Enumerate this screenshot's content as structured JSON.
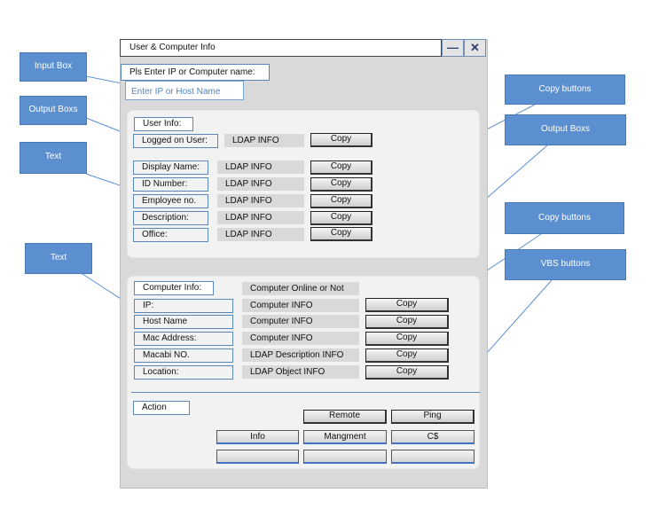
{
  "window": {
    "title": "User & Computer Info",
    "minimize_glyph": "—",
    "close_glyph": "✕"
  },
  "prompt": {
    "label": "Pls Enter IP or Computer name:",
    "placeholder": "Enter IP or Host Name"
  },
  "user_section": {
    "title": "User Info:",
    "rows": [
      {
        "label": "Logged on User:",
        "value": "LDAP INFO",
        "button": "Copy"
      },
      {
        "label": "Display Name:",
        "value": "LDAP INFO",
        "button": "Copy"
      },
      {
        "label": "ID Number:",
        "value": "LDAP INFO",
        "button": "Copy"
      },
      {
        "label": "Employee no.",
        "value": "LDAP INFO",
        "button": "Copy"
      },
      {
        "label": "Description:",
        "value": "LDAP INFO",
        "button": "Copy"
      },
      {
        "label": "Office:",
        "value": "LDAP INFO",
        "button": "Copy"
      }
    ]
  },
  "computer_section": {
    "title": "Computer  Info:",
    "status": "Computer  Online or Not",
    "rows": [
      {
        "label": "IP:",
        "value": "Computer  INFO",
        "button": "Copy"
      },
      {
        "label": "Host Name",
        "value": "Computer INFO",
        "button": "Copy"
      },
      {
        "label": "Mac Address:",
        "value": "Computer INFO",
        "button": "Copy"
      },
      {
        "label": "Macabi NO.",
        "value": "LDAP Description INFO",
        "button": "Copy"
      },
      {
        "label": "Location:",
        "value": "LDAP Object INFO",
        "button": "Copy"
      }
    ]
  },
  "action_section": {
    "title": "Action",
    "buttons": {
      "remote": "Remote",
      "ping": "Ping",
      "info": "Info",
      "mangment": "Mangment",
      "cs": "C$",
      "blank1": "",
      "blank2": "",
      "blank3": ""
    }
  },
  "callouts": {
    "input_box": "Input Box",
    "output_boxs_left": "Output Boxs",
    "text_1": "Text",
    "text_2": "Text",
    "copy_buttons_1": "Copy buttons",
    "output_boxs_right": "Output Boxs",
    "copy_buttons_2": "Copy buttons",
    "vbs_buttons": "VBS  buttons"
  },
  "colors": {
    "callout_fill": "#5b8fd0",
    "border_blue": "#5b86b8",
    "window_gray": "#d9d9d9",
    "panel_gray": "#f2f2f2"
  }
}
